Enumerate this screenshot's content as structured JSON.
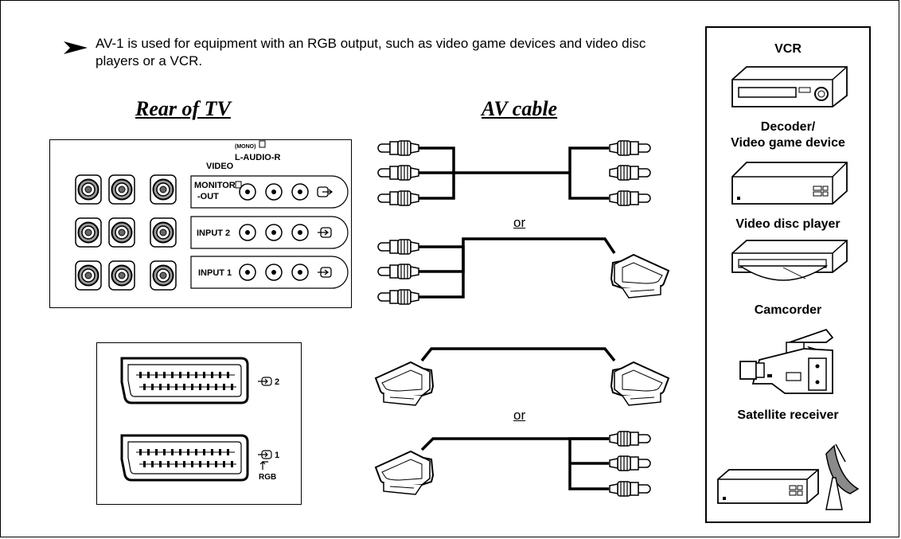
{
  "note": {
    "text": "AV-1 is used for equipment with an RGB output, such as video game devices and video disc players or a VCR."
  },
  "headings": {
    "rear_of_tv": "Rear of TV",
    "av_cable": "AV cable"
  },
  "tv_panel": {
    "video_label": "VIDEO",
    "mono_label": "(MONO)",
    "audio_label": "L-AUDIO-R",
    "rows": [
      {
        "label_line1": "MONITOR",
        "label_line2": "-OUT"
      },
      {
        "label_line1": "INPUT 2",
        "label_line2": ""
      },
      {
        "label_line1": "INPUT 1",
        "label_line2": ""
      }
    ]
  },
  "scart_panel": {
    "socket2_label": "2",
    "socket1_label": "1",
    "rgb_label": "RGB"
  },
  "or_labels": [
    "or",
    "or"
  ],
  "devices": [
    {
      "label_line1": "VCR",
      "label_line2": ""
    },
    {
      "label_line1": "Decoder/",
      "label_line2": "Video game device"
    },
    {
      "label_line1": "Video disc player",
      "label_line2": ""
    },
    {
      "label_line1": "Camcorder",
      "label_line2": ""
    },
    {
      "label_line1": "Satellite receiver",
      "label_line2": ""
    }
  ]
}
